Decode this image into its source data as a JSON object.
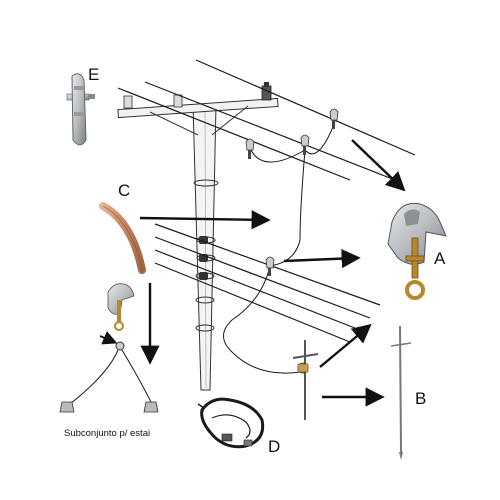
{
  "labels": {
    "a": "A",
    "b": "B",
    "c": "C",
    "d": "D",
    "e": "E",
    "subassembly": "Subconjunto p/ estai"
  },
  "colors": {
    "line": "#1a1a1a",
    "pole": "#f4f4f4",
    "clamp_metal": "#b9bcc0",
    "clamp_dark": "#7d8186",
    "brass": "#b8862b",
    "copper": "#c98a63"
  },
  "icons": {
    "a": "grounding-clamp-icon",
    "b": "ground-rod-icon",
    "c": "copper-hot-stick-icon",
    "d": "grounding-harness-icon",
    "e": "cable-clamp-icon"
  }
}
